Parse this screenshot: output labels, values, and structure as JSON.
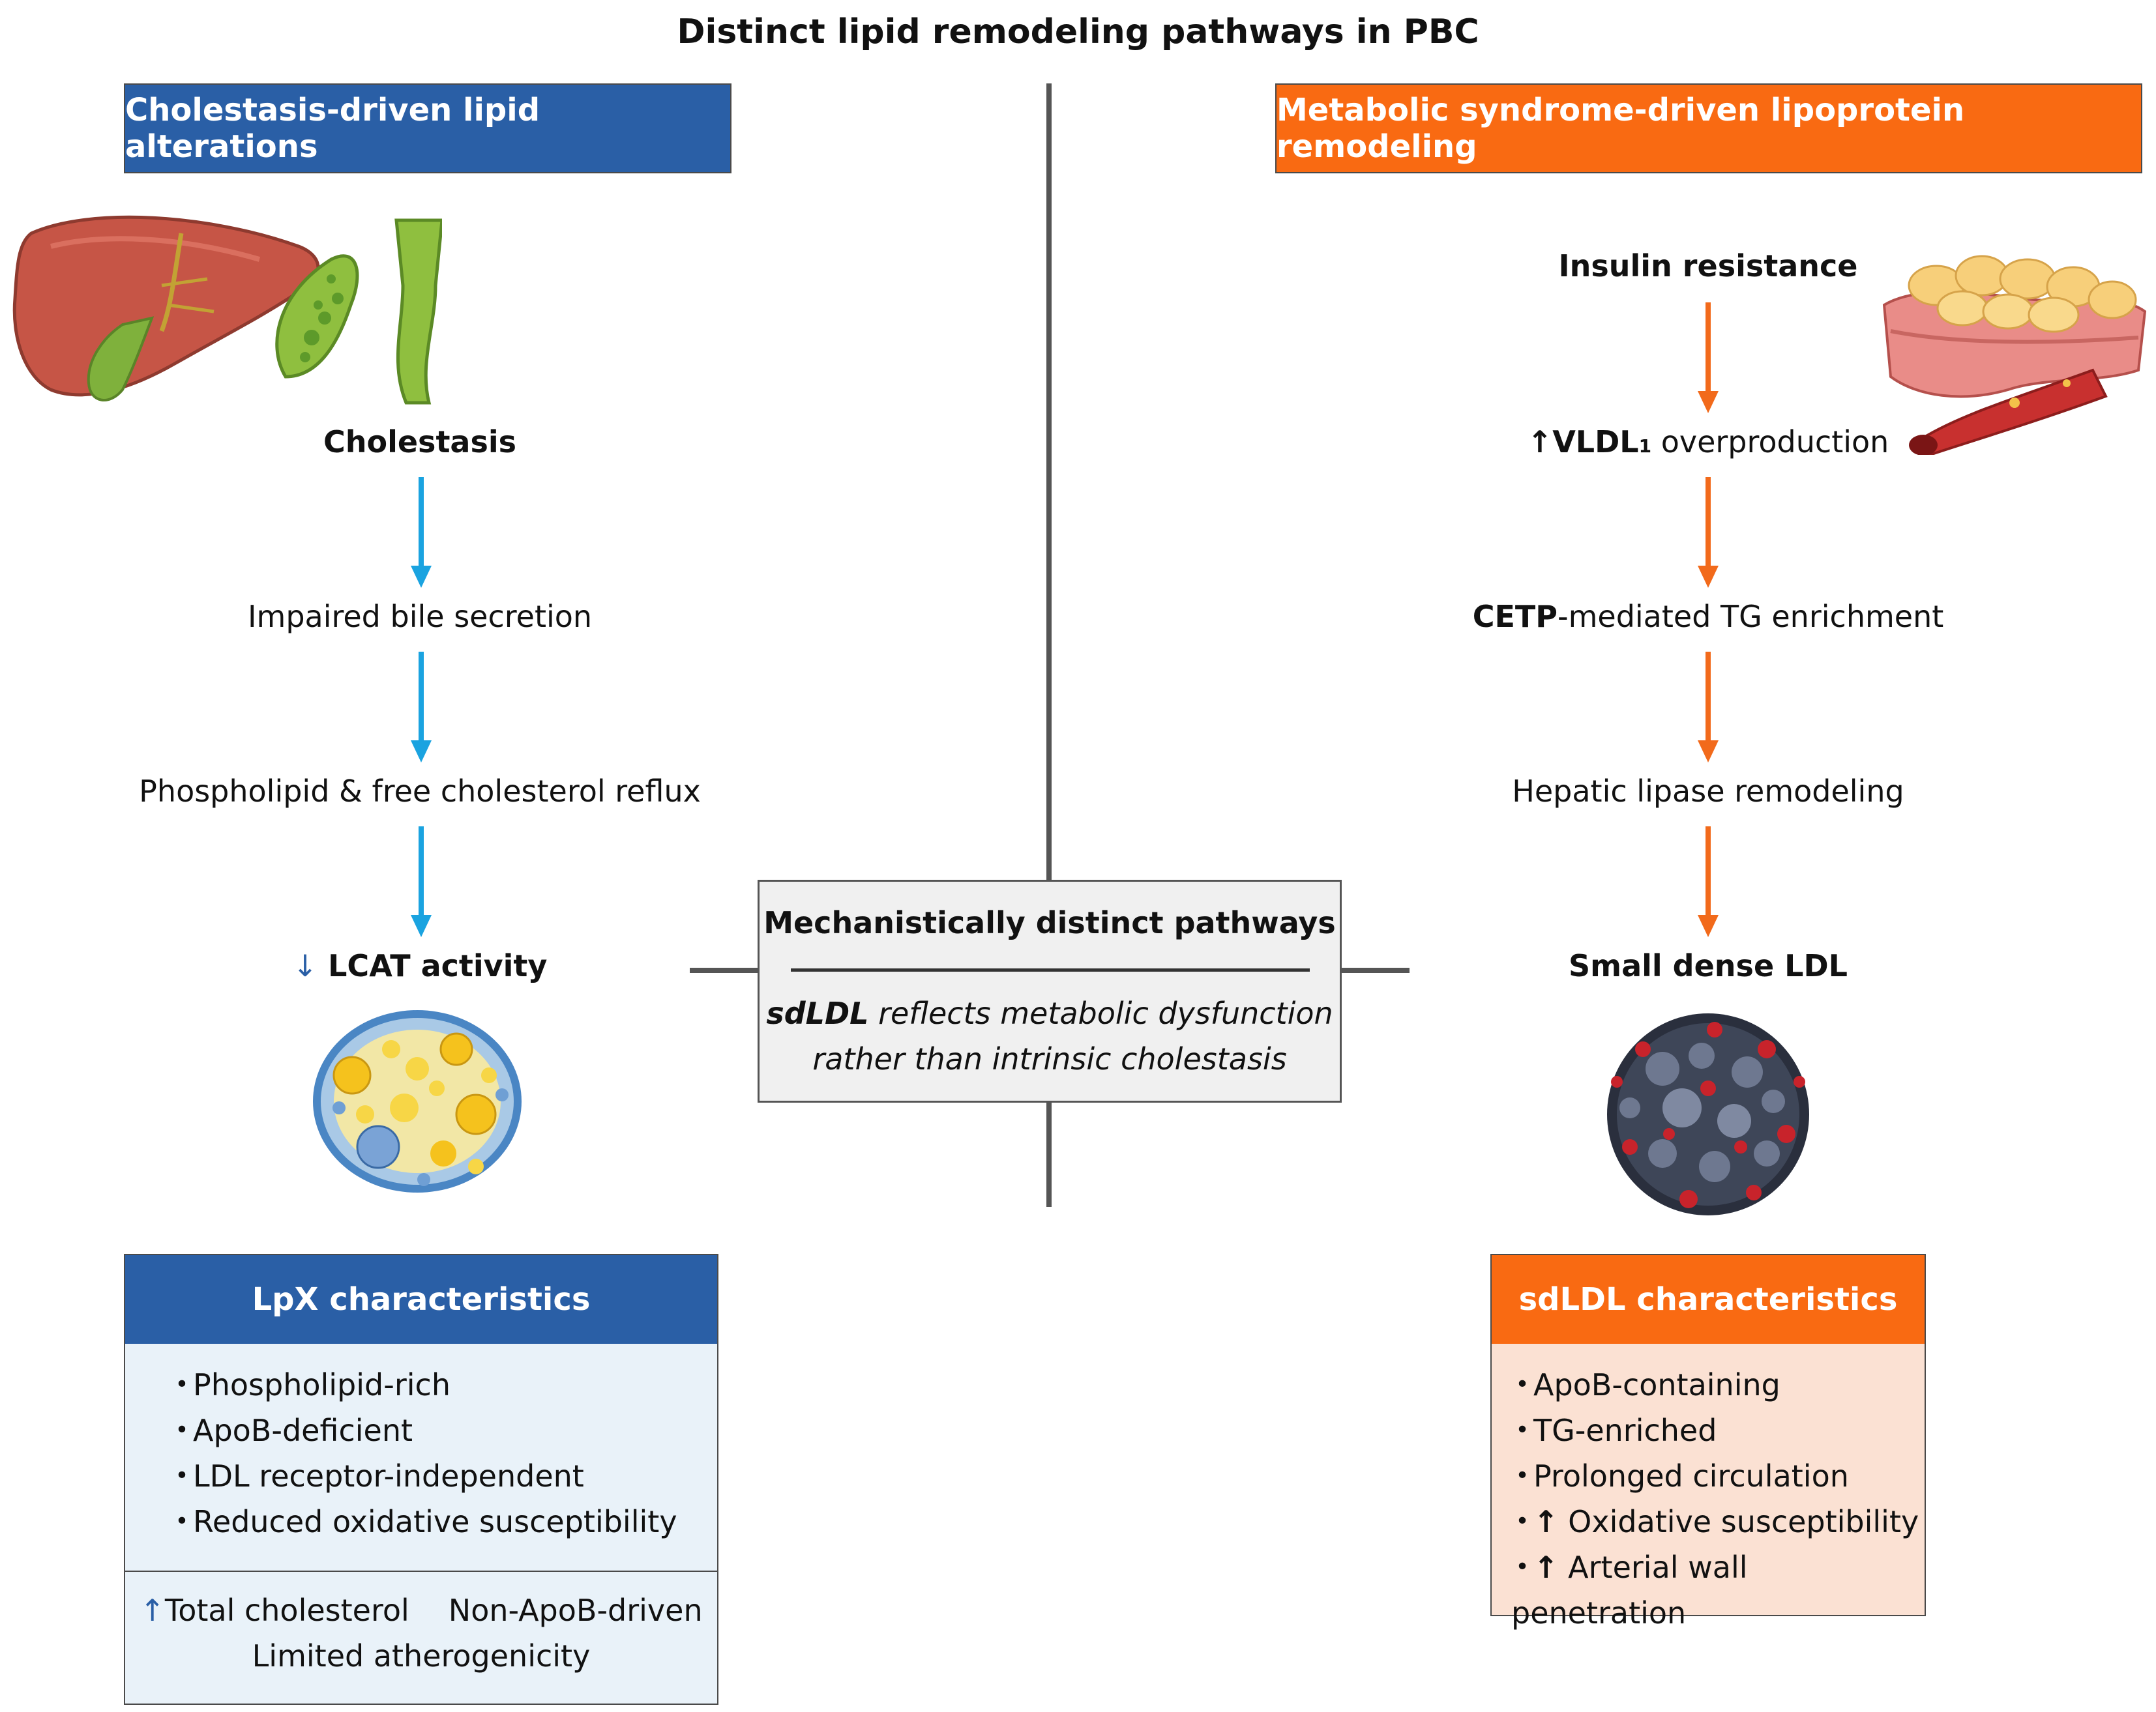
{
  "title": "Distinct lipid remodeling pathways in PBC",
  "colors": {
    "blue_header": "#2a5fa6",
    "orange_header": "#f96a12",
    "blue_arrow": "#1aa3e0",
    "orange_arrow": "#f26a1b",
    "lpx_bg": "#e9f2f9",
    "sdldl_bg": "#fbe1d3"
  },
  "left": {
    "header": "Cholestasis-driven lipid alterations",
    "steps": [
      "Cholestasis",
      "Impaired bile secretion",
      "Phospholipid & free cholesterol reflux"
    ],
    "lcat_arrow": "↓",
    "lcat_text": "LCAT activity",
    "card": {
      "header": "LpX characteristics",
      "bullets": [
        "Phospholipid-rich",
        "ApoB-deficient",
        "LDL receptor-independent",
        "Reduced oxidative susceptibility"
      ],
      "footer_arrow": "↑",
      "footer_line1_a": "Total cholesterol",
      "footer_line1_b": "Non-ApoB-driven",
      "footer_line2": "Limited atherogenicity"
    }
  },
  "right": {
    "header": "Metabolic syndrome-driven lipoprotein remodeling",
    "steps": {
      "insulin": "Insulin resistance",
      "vldl_arrow": "↑",
      "vldl_bold": "VLDL",
      "vldl_sub": "1",
      "vldl_rest": " overproduction",
      "cetp_bold": "CETP",
      "cetp_rest": "-mediated TG enrichment",
      "hepatic": "Hepatic lipase remodeling",
      "sdldl": "Small dense LDL"
    },
    "card": {
      "header": "sdLDL characteristics",
      "bullets": [
        "ApoB-containing",
        "TG-enriched",
        "Prolonged circulation"
      ],
      "up_arrow": "↑",
      "up_bullets": [
        "Oxidative susceptibility",
        "Arterial wall penetration"
      ]
    }
  },
  "center": {
    "title": "Mechanistically distinct pathways",
    "line1_bold": "sdLDL",
    "line1_rest": " reflects metabolic dysfunction",
    "line2": "rather than intrinsic cholestasis"
  }
}
